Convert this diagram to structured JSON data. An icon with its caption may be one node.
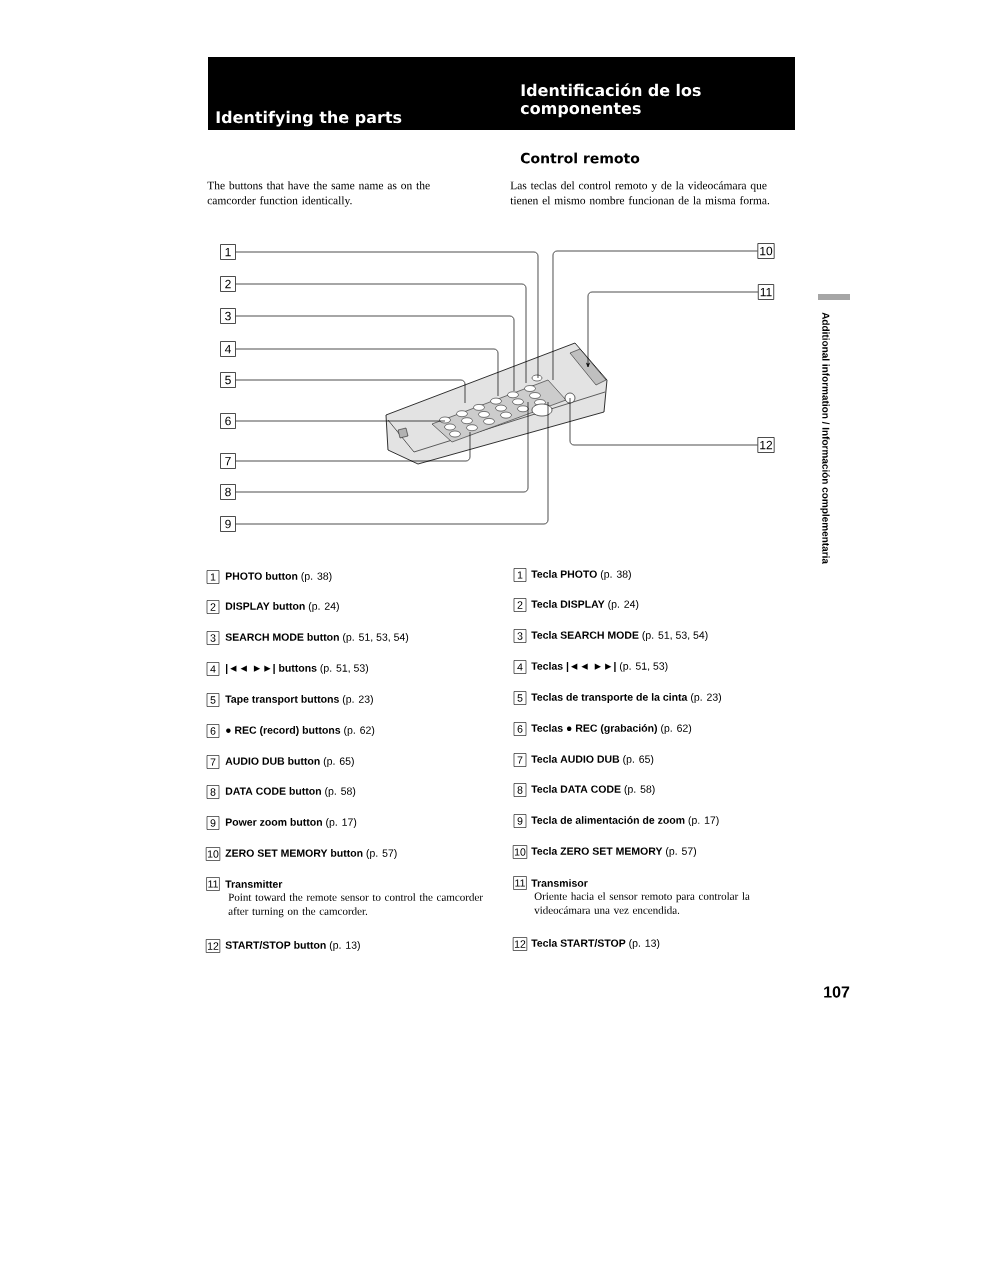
{
  "diagram": {
    "title": "Identifying the parts",
    "nodes": [
      {
        "text": [
          "1"
        ]
      },
      {
        "text": [
          "2"
        ]
      },
      {
        "text": [
          "3"
        ]
      },
      {
        "text": [
          "4"
        ]
      },
      {
        "text": [
          "5"
        ]
      },
      {
        "text": [
          "6"
        ]
      },
      {
        "text": [
          "7"
        ]
      },
      {
        "text": [
          "8"
        ]
      },
      {
        "text": [
          "9"
        ]
      },
      {
        "text": [
          "10"
        ]
      },
      {
        "text": [
          "11"
        ]
      },
      {
        "text": [
          "12"
        ]
      },
      {
        "text": [],
        "shape": "picture"
      }
    ],
    "edges": [
      {
        "from": 0,
        "to": 12,
        "arrow": "none"
      },
      {
        "from": 1,
        "to": 12,
        "arrow": "none"
      },
      {
        "from": 2,
        "to": 12,
        "arrow": "none"
      },
      {
        "from": 3,
        "to": 12,
        "arrow": "none"
      },
      {
        "from": 4,
        "to": 12,
        "arrow": "none"
      },
      {
        "from": 5,
        "to": 12,
        "arrow": "none"
      },
      {
        "from": 6,
        "to": 12,
        "arrow": "none"
      },
      {
        "from": 7,
        "to": 12,
        "arrow": "none"
      },
      {
        "from": 8,
        "to": 12,
        "arrow": "none"
      },
      {
        "from": 9,
        "to": 12,
        "arrow": "none"
      },
      {
        "from": 10,
        "to": 12,
        "arrow": "to"
      },
      {
        "from": 11,
        "to": 12,
        "arrow": "none"
      }
    ],
    "labels": [
      "Identificación de los componentes",
      "Control remoto",
      "The buttons that have the same name as on the camcorder function identically.",
      "Las teclas del control remoto y de la videocámara que tienen el mismo nombre funcionan de la misma forma.",
      "1",
      "**PHOTO button** (p. 38)",
      "2",
      "**DISPLAY button** (p. 24)",
      "3",
      "**SEARCH MODE button** (p. 51, 53, 54)",
      "4",
      "**|◄◄ ►►| buttons** (p. 51, 53)",
      "5",
      "**Tape transport buttons** (p. 23)",
      "6",
      "**● REC (record) buttons** (p. 62)",
      "7",
      "**AUDIO DUB button** (p. 65)",
      "8",
      "**DATA CODE button** (p. 58)",
      "9",
      "**Power zoom button** (p. 17)",
      "10",
      "**ZERO SET MEMORY button** (p. 57)",
      "11",
      "Transmitter",
      "Point toward the remote sensor to control the camcorder after turning on the camcorder.",
      "12",
      "**START/STOP button** (p. 13)",
      "1",
      "**Tecla PHOTO** (p. 38)",
      "2",
      "**Tecla DISPLAY** (p. 24)",
      "3",
      "**Tecla SEARCH MODE** (p. 51, 53, 54)",
      "4",
      "**Teclas |◄◄ ►►|** (p. 51, 53)",
      "5",
      "**Teclas de transporte de la cinta** (p. 23)",
      "6",
      "**Teclas ● REC (grabación)** (p. 62)",
      "7",
      "**Tecla AUDIO DUB** (p. 65)",
      "8",
      "**Tecla DATA CODE** (p. 58)",
      "9",
      "**Tecla de alimentación de zoom** (p. 17)",
      "10",
      "**Tecla ZERO SET MEMORY** (p. 57)",
      "11",
      "Transmisor",
      "Oriente hacia el sensor remoto para controlar la videocámara una vez encendida.",
      "12",
      "**Tecla START/STOP** (p. 13)",
      "Additional information / Información complementaria",
      "107"
    ]
  }
}
